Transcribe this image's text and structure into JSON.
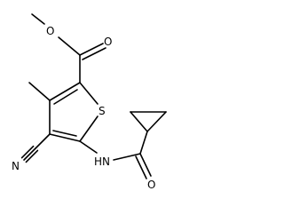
{
  "molecule": {
    "atoms": {
      "ester_oxygen": "O",
      "carbonyl_oxygen": "O",
      "sulfur": "S",
      "nitrile_nitrogen": "N",
      "amide_nh": "HN",
      "amide_oxygen": "O"
    }
  }
}
